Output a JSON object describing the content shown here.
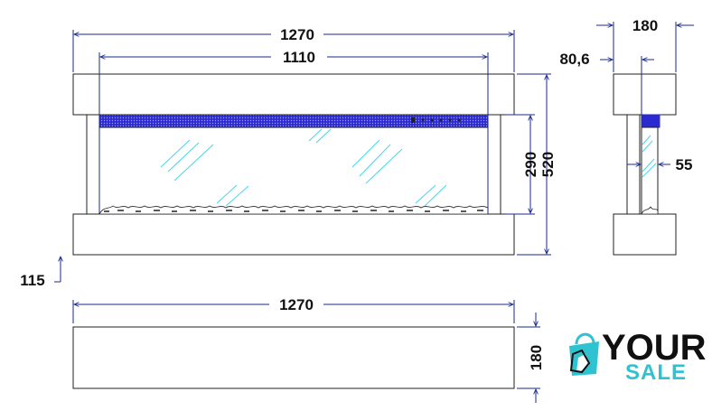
{
  "dimensions": {
    "front_width": "1270",
    "glass_width": "1110",
    "glass_height": "290",
    "total_height": "520",
    "base_height": "115",
    "side_depth": "180",
    "side_offset": "80,6",
    "side_glass_depth": "55",
    "base_view_width": "1270",
    "base_view_depth": "180"
  },
  "logo": {
    "line1": "YOUR",
    "line2": "SALE"
  },
  "colors": {
    "dimension_line": "#1a2a8c",
    "outline": "#222222",
    "flame_bar": "#2a2ad0",
    "glass_reflection": "#44d8e8",
    "logo_accent": "#2fc3d2",
    "logo_text": "#101010"
  }
}
